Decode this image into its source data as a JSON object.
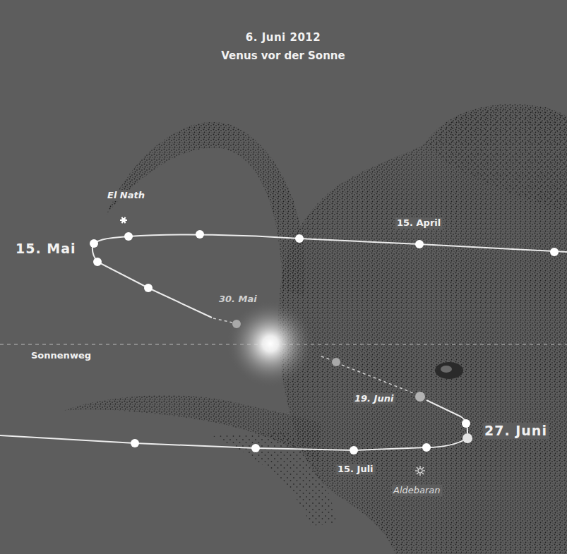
{
  "diagram": {
    "title": "6. Juni 2012",
    "labels": [
      "Venus vor der Sonne",
      "El Nath",
      "15. Mai",
      "15. April",
      "30. Mai",
      "Sonnenweg",
      "19. Juni",
      "27. Juni",
      "15. Juli",
      "Aldebaran"
    ]
  }
}
